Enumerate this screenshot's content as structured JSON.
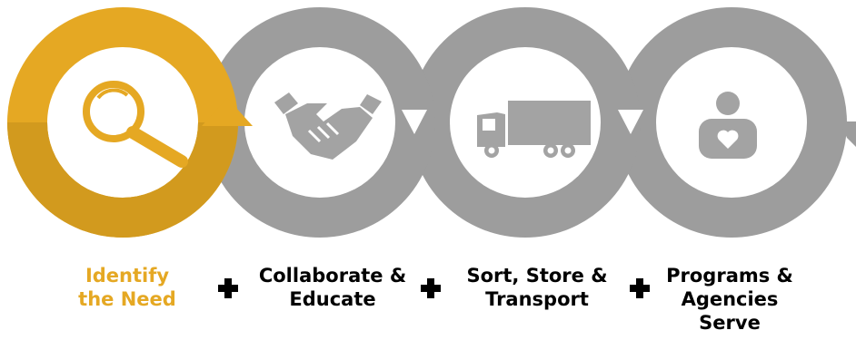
{
  "colors": {
    "active": "#E5A823",
    "active_dark": "#D29A1E",
    "inactive": "#9D9D9D",
    "icon_inactive": "#A3A3A3",
    "active_label": "#E5A823",
    "label": "#000000"
  },
  "steps": [
    {
      "icon": "magnifying-glass-icon",
      "line1": "Identify",
      "line2": "the Need",
      "line3": "",
      "active": true
    },
    {
      "icon": "handshake-icon",
      "line1": "Collaborate &",
      "line2": "Educate",
      "line3": "",
      "active": false
    },
    {
      "icon": "truck-icon",
      "line1": "Sort, Store &",
      "line2": "Transport",
      "line3": "",
      "active": false
    },
    {
      "icon": "person-heart-icon",
      "line1": "Programs &",
      "line2": "Agencies",
      "line3": "Serve",
      "active": false
    }
  ],
  "connector": {
    "icon": "plus-icon"
  }
}
